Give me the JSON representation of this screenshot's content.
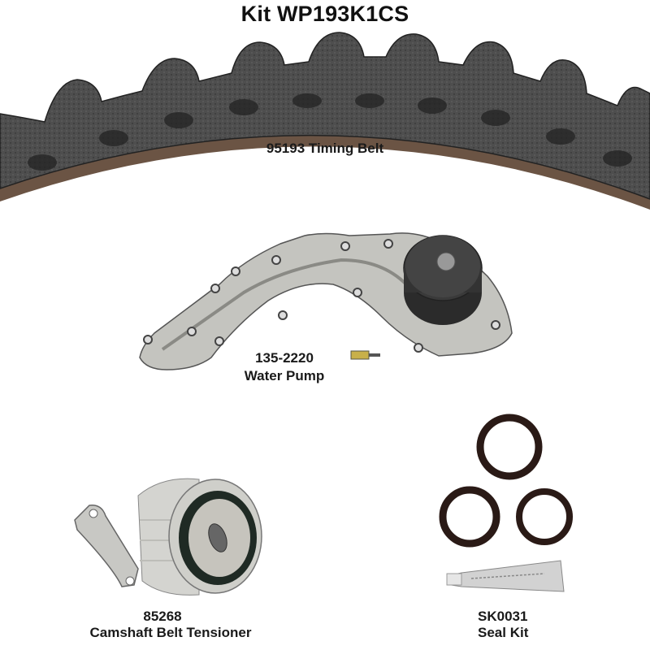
{
  "kit": {
    "title": "Kit WP193K1CS"
  },
  "parts": [
    {
      "part_number": "95193",
      "name": "Timing Belt",
      "label": "95193 Timing Belt",
      "icon": "timing-belt"
    },
    {
      "part_number": "135-2220",
      "name": "Water Pump",
      "icon": "water-pump"
    },
    {
      "part_number": "85268",
      "name": "Camshaft Belt Tensioner",
      "icon": "belt-tensioner"
    },
    {
      "part_number": "SK0031",
      "name": "Seal Kit",
      "icon": "seal-kit"
    }
  ],
  "colors": {
    "belt_dark": "#4a4a4a",
    "belt_back": "#6b5444",
    "metal": "#b8b8b4",
    "pulley": "#2e2e2e",
    "seal": "#2a1a16",
    "background": "#ffffff"
  }
}
